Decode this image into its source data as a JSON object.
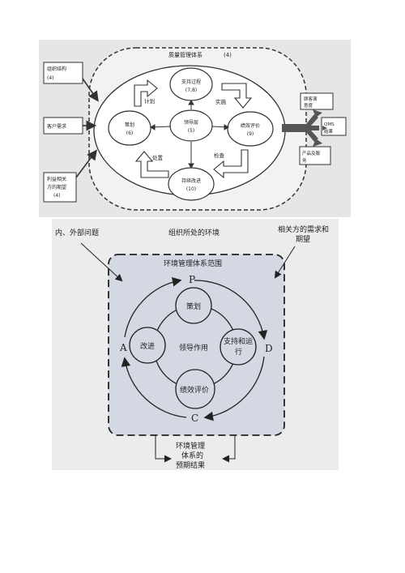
{
  "qms": {
    "title": "质量管理体系",
    "title_ref": "(4)",
    "center": {
      "label": "领导层",
      "ref": "(5)"
    },
    "top": {
      "label": "支持过程",
      "ref": "(7,8)"
    },
    "right": {
      "label": "绩效评价",
      "ref": "(9)"
    },
    "bottom": {
      "label": "持续改进",
      "ref": "(10)"
    },
    "left": {
      "label": "策划",
      "ref": "(6)"
    },
    "arc_labels": {
      "plan": "计划",
      "do": "实施",
      "check": "检查",
      "act": "处置"
    },
    "inputs": {
      "org_structure": {
        "label": "组织结构",
        "ref": "(4)"
      },
      "customer_req": {
        "label": "客户需求"
      },
      "interested_parties": {
        "line1": "利益相关",
        "line2": "方的期望",
        "ref": "(4)"
      }
    },
    "outputs": {
      "satisfaction": {
        "line1": "顾客满",
        "line2": "意度"
      },
      "results": {
        "line1": "QMS",
        "line2": "结果"
      },
      "products": {
        "line1": "产品及服",
        "line2": "务"
      }
    }
  },
  "ems": {
    "context_label": "组织所处的环境",
    "issues_label": "内、外部问题",
    "needs_line1": "相关方的需求和",
    "needs_line2": "期望",
    "scope_label": "环境管理体系范围",
    "center_label": "领导作用",
    "top_label": "策划",
    "right_line1": "支持和运",
    "right_line2": "行",
    "bottom_label": "绩效评价",
    "left_label": "改进",
    "letters": {
      "p": "P",
      "d": "D",
      "c": "C",
      "a": "A"
    },
    "outcome_line1": "环境管理",
    "outcome_line2": "体系的",
    "outcome_line3": "预期结果"
  }
}
